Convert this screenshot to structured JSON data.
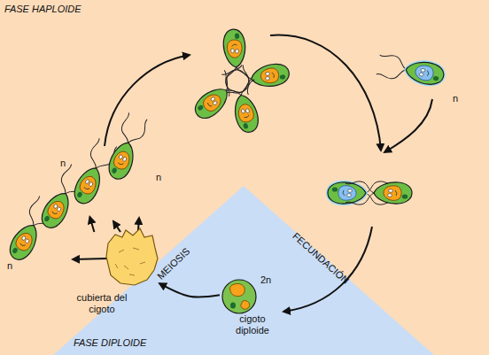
{
  "diagram": {
    "nodes": [
      {
        "text": [
          "FASE HAPLOIDE"
        ]
      },
      {
        "text": [
          "n"
        ],
        "in": 0
      },
      {
        "text": [
          "n",
          "n",
          "n"
        ],
        "in": 0
      },
      {
        "text": [
          "cubierta del cigoto"
        ],
        "in": 0
      },
      {
        "text": [
          "FASE DIPLOIDE"
        ],
        "in": 0
      },
      {
        "text": [
          "2n",
          "cigoto diploide"
        ],
        "in": 4
      }
    ],
    "edges": [
      {
        "from": 5,
        "to": 3,
        "label": "MEIOSIS",
        "arrow": "to"
      },
      {
        "from": 3,
        "to": 2,
        "arrow": "to"
      }
    ],
    "labels": [
      "FECUNDACIÓN"
    ]
  }
}
